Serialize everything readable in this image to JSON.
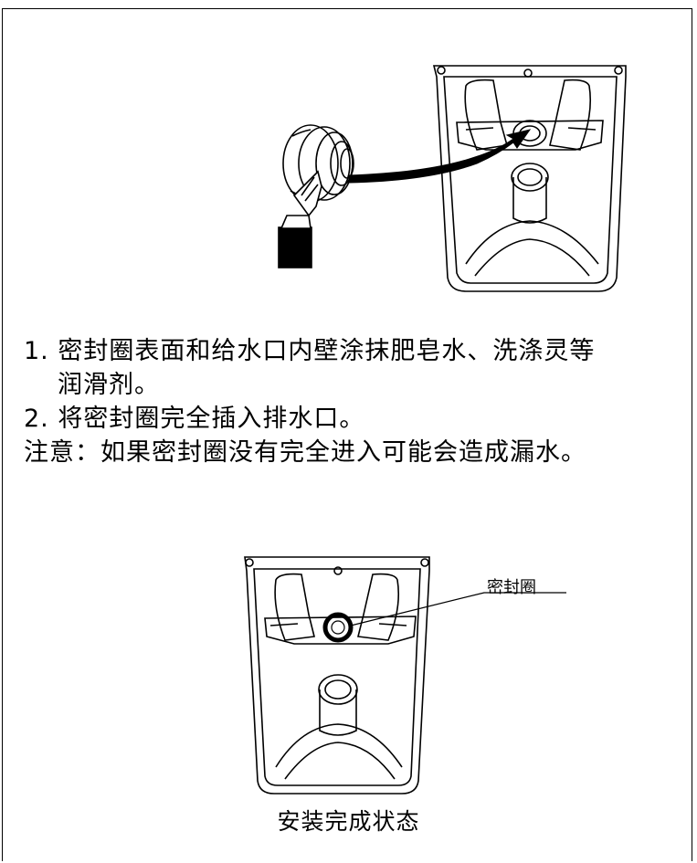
{
  "instructions": {
    "step1_line1": "1. 密封圈表面和给水口内壁涂抹肥皂水、洗涤灵等",
    "step1_line2": "润滑剂。",
    "step2": "2. 将密封圈完全插入排水口。",
    "note": "注意：如果密封圈没有完全进入可能会造成漏水。"
  },
  "diagram": {
    "callout_label": "密封圈",
    "caption": "安装完成状态"
  }
}
